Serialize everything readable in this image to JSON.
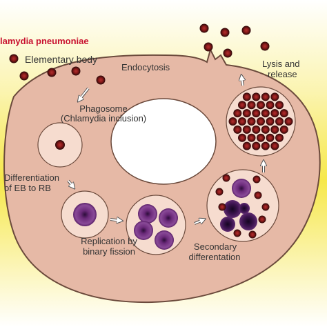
{
  "title": "lamydia pneumoniae",
  "labels": {
    "elementary_body": "Elementary body",
    "endocytosis": "Endocytosis",
    "lysis_line1": "Lysis and",
    "lysis_line2": "release",
    "phagosome_line1": "Phagosome",
    "phagosome_line2": "(Chlamydia inclusion)",
    "differentiation_line1": "Differentiation",
    "differentiation_line2": "of EB to RB",
    "replication_line1": "Replication by",
    "replication_line2": "binary fission",
    "secondary_line1": "Secondary",
    "secondary_line2": "differentation"
  },
  "colors": {
    "background_yellow": "#f6e84a",
    "cell_fill": "#e6b9a6",
    "cell_stroke": "#6b4a3c",
    "inclusion_fill": "#f6dccf",
    "elementary_body": "#8e1b1b",
    "reticulate_body": "#6b2a7a",
    "title_red": "#c8102e"
  }
}
